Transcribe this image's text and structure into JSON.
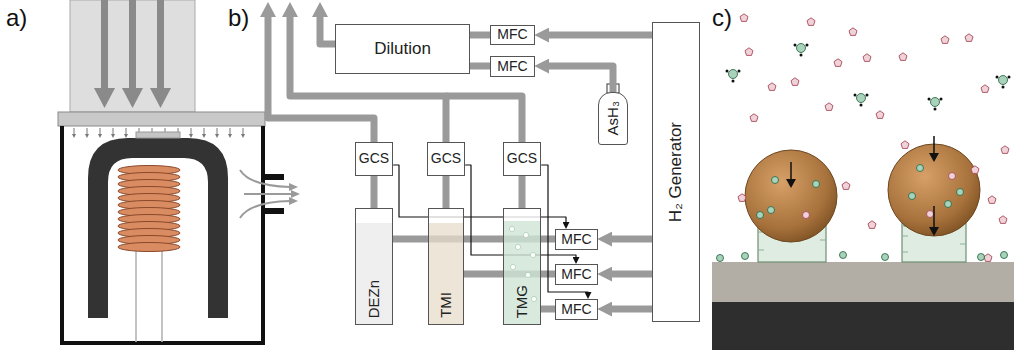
{
  "diagram": {
    "nodes": [
      {
        "text": [
          "Dilution"
        ]
      },
      {
        "text": [
          "MFC"
        ]
      },
      {
        "text": [
          "MFC"
        ]
      },
      {
        "text": [
          "AsH₃"
        ]
      },
      {
        "text": [
          "H₂ Generator"
        ]
      },
      {
        "text": [
          "GCS"
        ]
      },
      {
        "text": [
          "GCS"
        ]
      },
      {
        "text": [
          "GCS"
        ]
      },
      {
        "text": [
          "DEZn"
        ]
      },
      {
        "text": [
          "TMI"
        ]
      },
      {
        "text": [
          "TMG"
        ]
      },
      {
        "text": [
          "MFC"
        ]
      },
      {
        "text": [
          "MFC"
        ]
      },
      {
        "text": [
          "MFC"
        ]
      }
    ],
    "edges": [
      {
        "from": 4,
        "to": 1,
        "arrow": "to"
      },
      {
        "from": 1,
        "to": 0,
        "arrow": "none"
      },
      {
        "from": 3,
        "to": 2,
        "arrow": "to"
      },
      {
        "from": 2,
        "to": 0,
        "arrow": "none"
      },
      {
        "from": 4,
        "to": 11,
        "arrow": "to"
      },
      {
        "from": 4,
        "to": 12,
        "arrow": "to"
      },
      {
        "from": 4,
        "to": 13,
        "arrow": "to"
      },
      {
        "from": 11,
        "to": 8,
        "arrow": "none"
      },
      {
        "from": 12,
        "to": 9,
        "arrow": "none"
      },
      {
        "from": 13,
        "to": 10,
        "arrow": "none"
      },
      {
        "from": 8,
        "to": 5,
        "arrow": "none"
      },
      {
        "from": 9,
        "to": 6,
        "arrow": "none"
      },
      {
        "from": 10,
        "to": 7,
        "arrow": "none"
      },
      {
        "from": 5,
        "to": 11,
        "arrow": "to"
      },
      {
        "from": 6,
        "to": 12,
        "arrow": "to"
      },
      {
        "from": 7,
        "to": 13,
        "arrow": "to"
      }
    ],
    "labels": [
      "a)",
      "b)",
      "c)"
    ]
  }
}
